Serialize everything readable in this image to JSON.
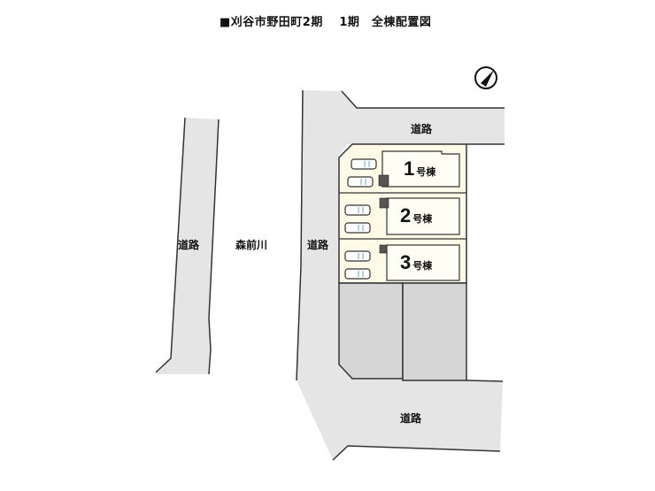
{
  "title": "■刈谷市野田町2期　 1期　全棟配置図",
  "labels": {
    "road_top": "道路",
    "road_left": "道路",
    "river": "森前川",
    "road_center": "道路",
    "road_bottom": "道路"
  },
  "buildings": [
    {
      "num": "1",
      "suffix": "号棟"
    },
    {
      "num": "2",
      "suffix": "号棟"
    },
    {
      "num": "3",
      "suffix": "号棟"
    }
  ],
  "compass": {
    "icon": "north-arrow-icon"
  },
  "colors": {
    "road": "#e6e5e5",
    "lot": "#fdfbe8",
    "gray_lot": "#d6d6d6",
    "line": "#333333"
  }
}
